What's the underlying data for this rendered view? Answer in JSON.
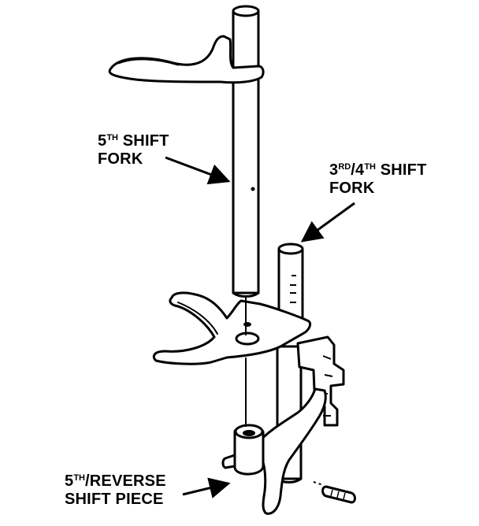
{
  "labels": {
    "fifth_shift_fork": {
      "line1_prefix": "5",
      "line1_sup": "TH",
      "line1_suffix": " SHIFT",
      "line2": "FORK"
    },
    "third_fourth_shift_fork": {
      "line1_part1": "3",
      "line1_sup1": "RD",
      "line1_part2": "/4",
      "line1_sup2": "TH",
      "line1_suffix": " SHIFT",
      "line2": "FORK"
    },
    "fifth_reverse_shift_piece": {
      "line1_prefix": "5",
      "line1_sup": "TH",
      "line1_suffix": "/REVERSE",
      "line2": "SHIFT PIECE"
    }
  },
  "colors": {
    "ink": "#000000",
    "paper": "#ffffff"
  }
}
